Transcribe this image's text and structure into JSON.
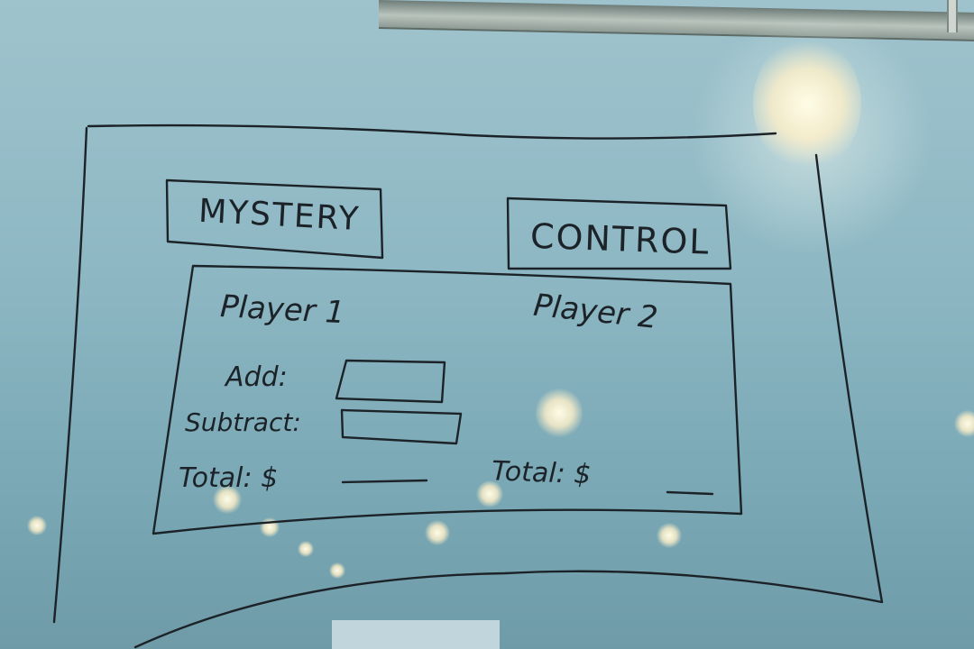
{
  "whiteboard": {
    "mystery_label": "MYSTERY",
    "control_label": "CONTROL",
    "player1": {
      "name": "Player 1",
      "add_label": "Add:",
      "subtract_label": "Subtract:",
      "total_label": "Total: $"
    },
    "player2": {
      "name": "Player 2",
      "total_label": "Total: $"
    }
  },
  "colors": {
    "board": "#8eb8c4",
    "ink": "#1c2328"
  }
}
